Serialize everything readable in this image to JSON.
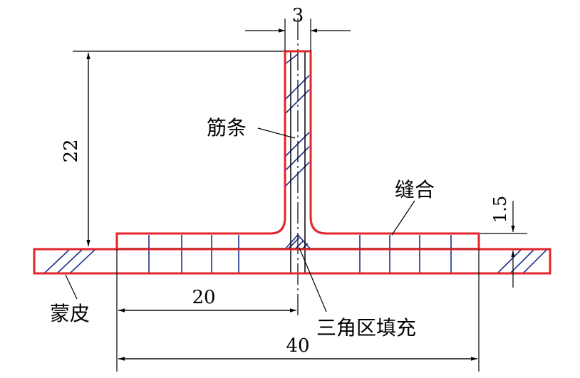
{
  "labels": {
    "rib": "筋条",
    "seam": "缝合",
    "skin": "蒙皮",
    "fill": "三角区填充"
  },
  "dimensions": {
    "rib_width": "3",
    "rib_height": "22",
    "step_height": "1.5",
    "half_width": "20",
    "full_width": "40"
  },
  "colors": {
    "outline": "#e0262b",
    "hatch": "#1f2e8c",
    "line": "#000000"
  }
}
